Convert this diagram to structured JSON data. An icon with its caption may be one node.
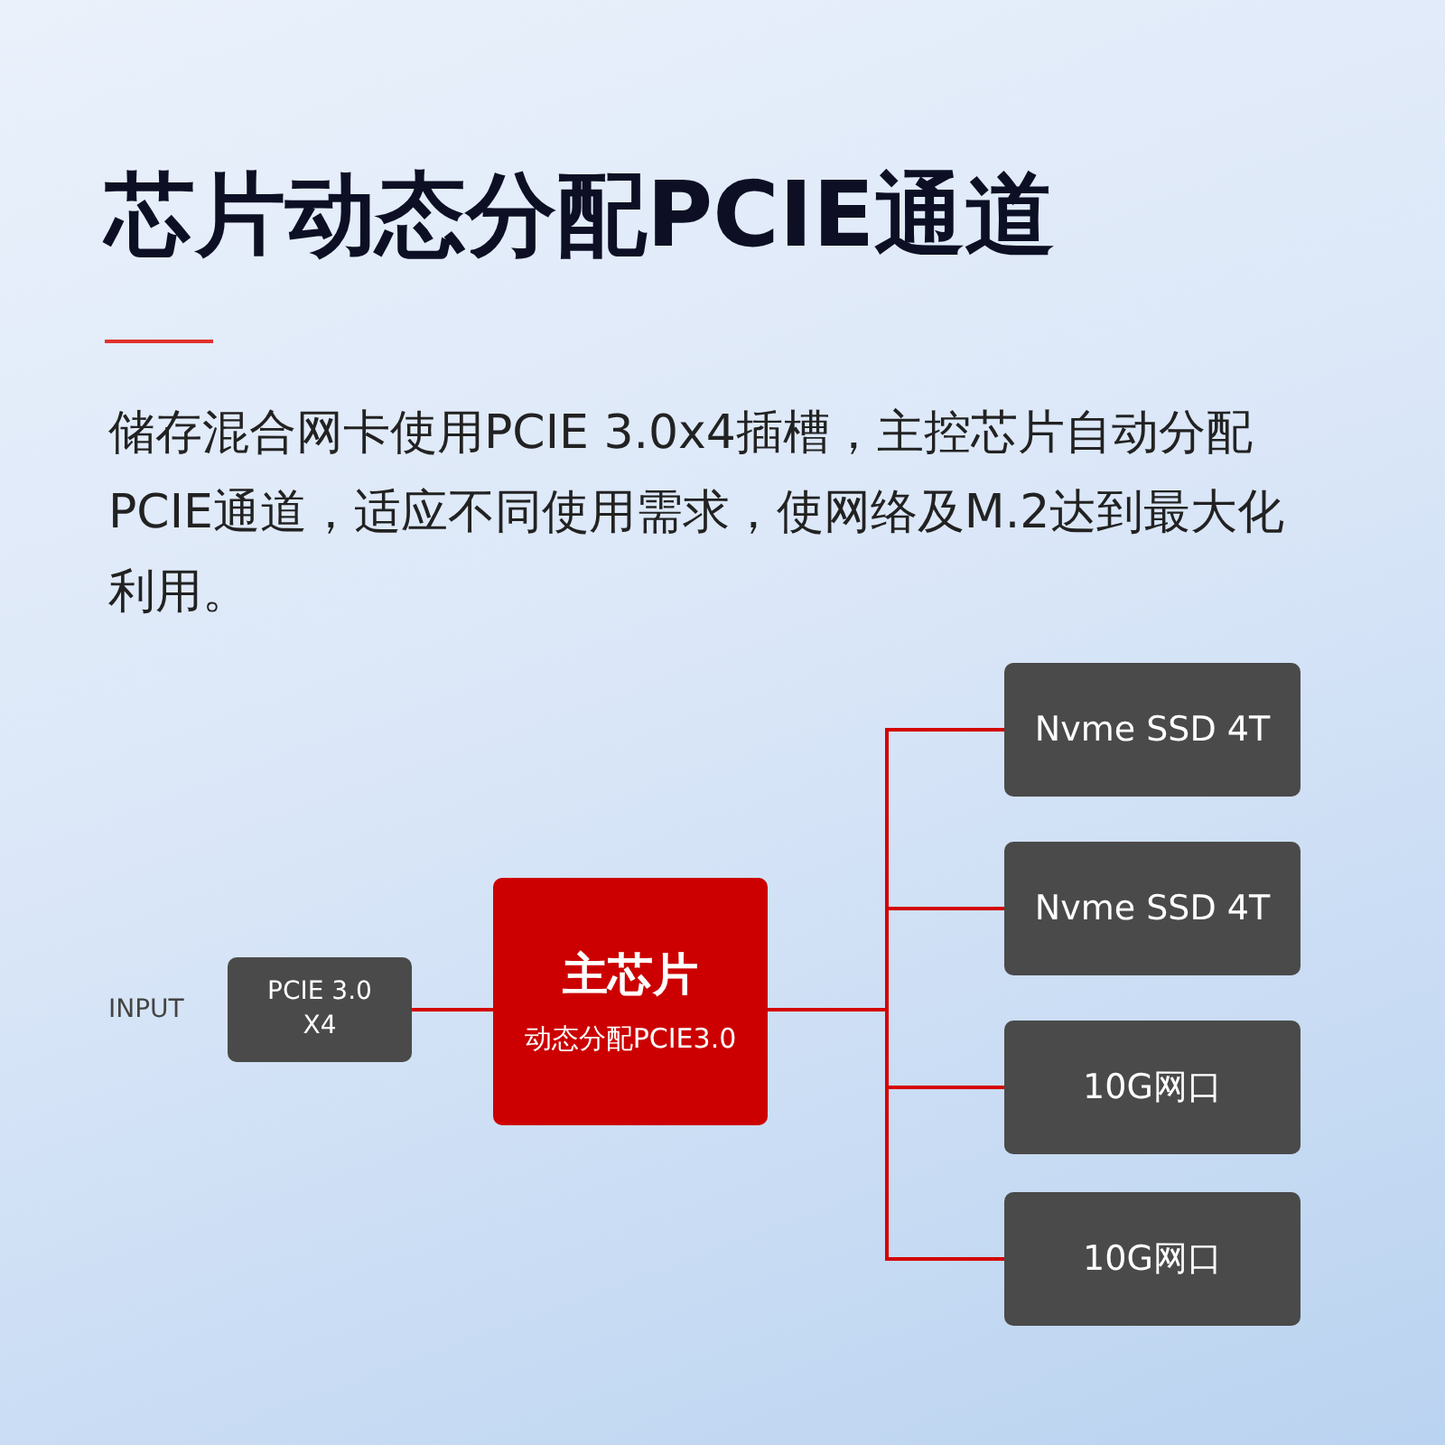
{
  "diagram": {
    "title": "芯片动态分配PCIE通道",
    "nodes": [
      {
        "text": [
          "PCIE 3.0 X4"
        ],
        "beside": [
          "INPUT"
        ]
      },
      {
        "text": [
          "主芯片",
          "动态分配PCIE3.0"
        ]
      },
      {
        "text": [
          "Nvme SSD 4T"
        ]
      },
      {
        "text": [
          "Nvme SSD 4T"
        ]
      },
      {
        "text": [
          "10G网口"
        ]
      },
      {
        "text": [
          "10G网口"
        ]
      }
    ],
    "edges": [
      {
        "from": 0,
        "to": 1,
        "arrow": "none"
      },
      {
        "from": 1,
        "to": 2,
        "arrow": "none"
      },
      {
        "from": 1,
        "to": 3,
        "arrow": "none"
      },
      {
        "from": 1,
        "to": 4,
        "arrow": "none"
      },
      {
        "from": 1,
        "to": 5,
        "arrow": "none"
      }
    ],
    "labels": [
      "储存混合网卡使用PCIE 3.0x4插槽，主控芯片自动分配PCIE通道，适应不同使用需求，使网络及M.2达到最大化利用。"
    ]
  }
}
